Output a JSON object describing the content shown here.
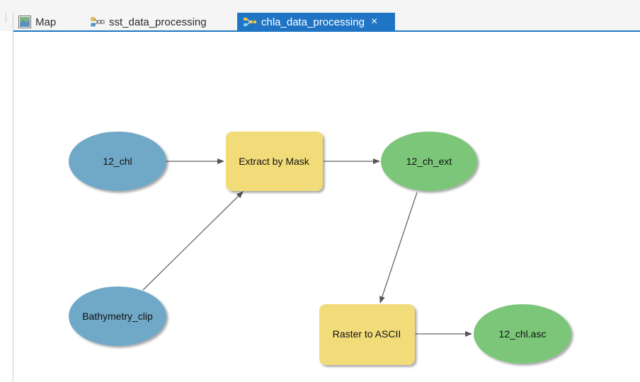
{
  "tabs": [
    {
      "label": "Map",
      "icon": "map-icon",
      "active": false
    },
    {
      "label": "sst_data_processing",
      "icon": "model-icon",
      "active": false
    },
    {
      "label": "chla_data_processing",
      "icon": "model-icon",
      "active": true
    }
  ],
  "close_glyph": "×",
  "colors": {
    "accent": "#1f75c4",
    "input_data": "#6fa8c7",
    "tool": "#f2dc7a",
    "derived_data": "#7cc67a"
  },
  "model": {
    "nodes": {
      "in_12_chl": {
        "label": "12_chl",
        "kind": "input"
      },
      "in_bathy": {
        "label": "Bathymetry_clip",
        "kind": "input"
      },
      "tool_extract": {
        "label": "Extract by Mask",
        "kind": "tool"
      },
      "out_12_ch_ext": {
        "label": "12_ch_ext",
        "kind": "derived"
      },
      "tool_raster": {
        "label": "Raster to ASCII",
        "kind": "tool"
      },
      "out_12_chl_asc": {
        "label": "12_chl.asc",
        "kind": "derived"
      }
    },
    "connections": [
      {
        "from": "12_chl",
        "to": "Extract by Mask"
      },
      {
        "from": "Bathymetry_clip",
        "to": "Extract by Mask"
      },
      {
        "from": "Extract by Mask",
        "to": "12_ch_ext"
      },
      {
        "from": "12_ch_ext",
        "to": "Raster to ASCII"
      },
      {
        "from": "Raster to ASCII",
        "to": "12_chl.asc"
      }
    ]
  }
}
